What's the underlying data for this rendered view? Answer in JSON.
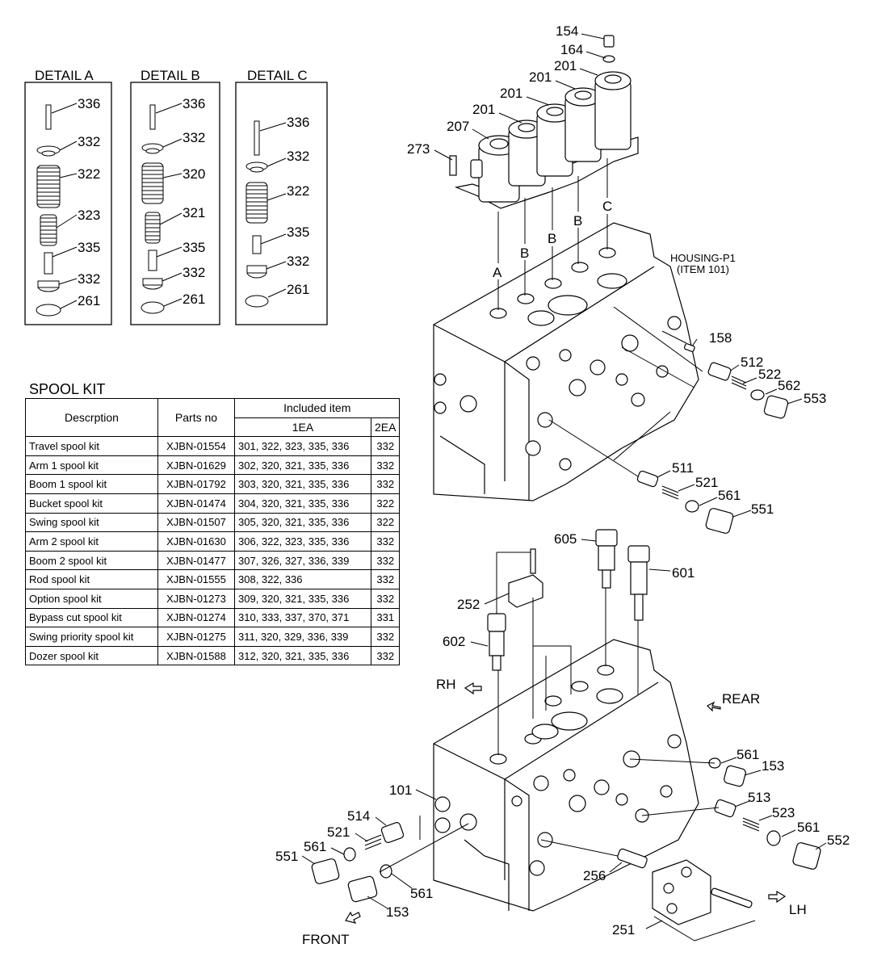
{
  "details": [
    {
      "title": "DETAIL A",
      "labels": [
        "336",
        "332",
        "322",
        "323",
        "335",
        "332",
        "261"
      ]
    },
    {
      "title": "DETAIL B",
      "labels": [
        "336",
        "332",
        "320",
        "321",
        "335",
        "332",
        "261"
      ]
    },
    {
      "title": "DETAIL C",
      "labels": [
        "336",
        "332",
        "322",
        "335",
        "332",
        "261"
      ]
    }
  ],
  "spool_kit": {
    "title": "SPOOL KIT",
    "headers": {
      "description": "Descrption",
      "parts_no": "Parts no",
      "included": "Included item",
      "one_ea": "1EA",
      "two_ea": "2EA"
    },
    "rows": [
      {
        "description": "Travel spool kit",
        "parts_no": "XJBN-01554",
        "one_ea": "301, 322, 323, 335, 336",
        "two_ea": "332"
      },
      {
        "description": "Arm 1 spool kit",
        "parts_no": "XJBN-01629",
        "one_ea": "302, 320, 321, 335, 336",
        "two_ea": "332"
      },
      {
        "description": "Boom 1 spool kit",
        "parts_no": "XJBN-01792",
        "one_ea": "303, 320, 321, 335, 336",
        "two_ea": "332"
      },
      {
        "description": "Bucket spool kit",
        "parts_no": "XJBN-01474",
        "one_ea": "304, 320, 321, 335, 336",
        "two_ea": "322"
      },
      {
        "description": "Swing spool kit",
        "parts_no": "XJBN-01507",
        "one_ea": "305, 320, 321, 335, 336",
        "two_ea": "322"
      },
      {
        "description": "Arm 2 spool kit",
        "parts_no": "XJBN-01630",
        "one_ea": "306, 322, 323, 335, 336",
        "two_ea": "332"
      },
      {
        "description": "Boom 2 spool kit",
        "parts_no": "XJBN-01477",
        "one_ea": "307, 326, 327, 336, 339",
        "two_ea": "332"
      },
      {
        "description": "Rod spool kit",
        "parts_no": "XJBN-01555",
        "one_ea": "308, 322, 336",
        "two_ea": "332"
      },
      {
        "description": "Option spool kit",
        "parts_no": "XJBN-01273",
        "one_ea": "309, 320, 321, 335, 336",
        "two_ea": "332"
      },
      {
        "description": "Bypass cut spool kit",
        "parts_no": "XJBN-01274",
        "one_ea": "310, 333, 337, 370, 371",
        "two_ea": "331"
      },
      {
        "description": "Swing priority spool kit",
        "parts_no": "XJBN-01275",
        "one_ea": "311, 320, 329, 336, 339",
        "two_ea": "332"
      },
      {
        "description": "Dozer spool kit",
        "parts_no": "XJBN-01588",
        "one_ea": "312, 320, 321, 335, 336",
        "two_ea": "332"
      }
    ]
  },
  "upper_assembly": {
    "housing_label_1": "HOUSING-P1",
    "housing_label_2": "(ITEM 101)",
    "detail_refs": [
      "A",
      "B",
      "B",
      "B",
      "C"
    ],
    "callouts": [
      "154",
      "164",
      "201",
      "201",
      "201",
      "201",
      "207",
      "273",
      "158",
      "512",
      "522",
      "562",
      "553",
      "511",
      "521",
      "561",
      "551"
    ]
  },
  "lower_assembly": {
    "directions": {
      "rh": "RH",
      "rear": "REAR",
      "front": "FRONT",
      "lh": "LH"
    },
    "callouts": [
      "605",
      "601",
      "252",
      "602",
      "101",
      "514",
      "521",
      "561",
      "551",
      "153",
      "561",
      "256",
      "561",
      "153",
      "513",
      "523",
      "561",
      "552",
      "251"
    ]
  }
}
